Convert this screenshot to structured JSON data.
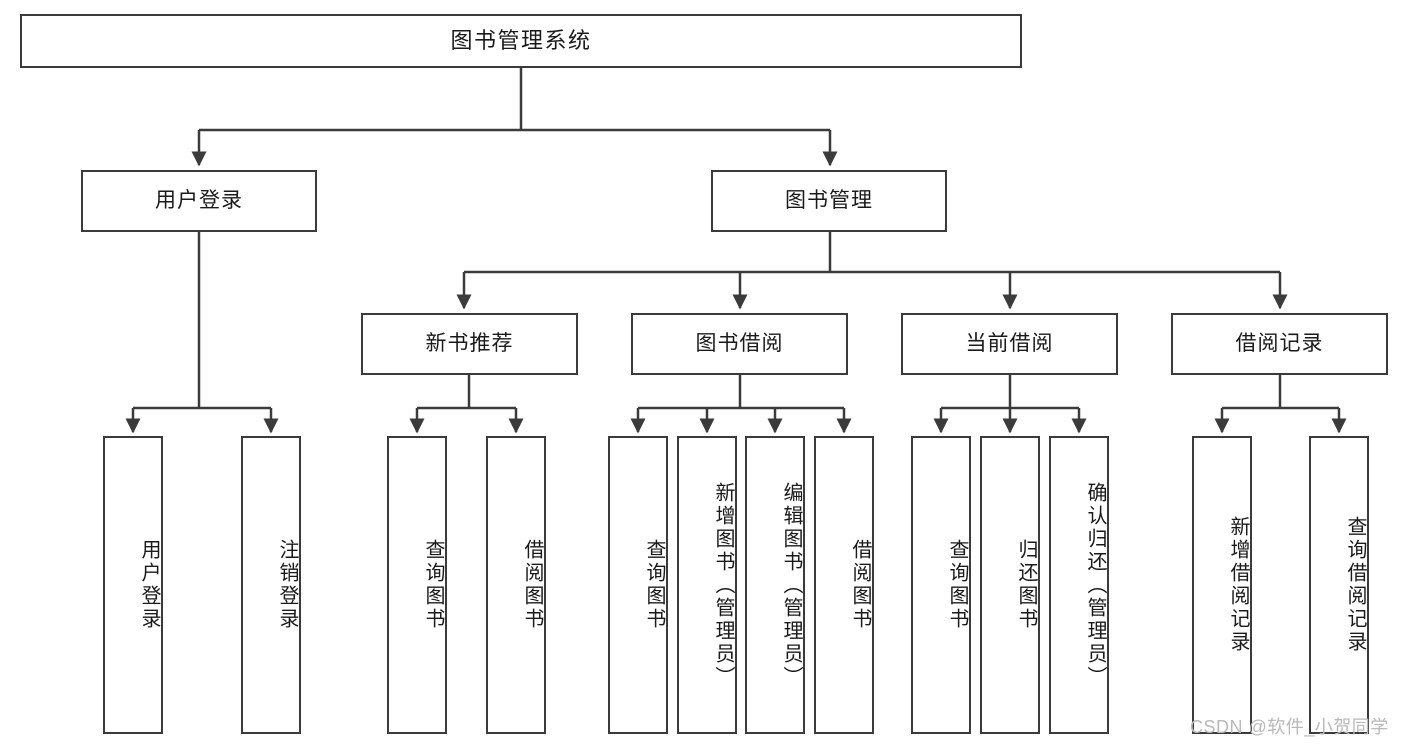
{
  "diagram": {
    "title": "图书管理系统",
    "type": "hierarchy-tree",
    "root": {
      "label": "图书管理系统"
    },
    "level2": [
      {
        "label": "用户登录"
      },
      {
        "label": "图书管理"
      }
    ],
    "level3": [
      {
        "label": "新书推荐"
      },
      {
        "label": "图书借阅"
      },
      {
        "label": "当前借阅"
      },
      {
        "label": "借阅记录"
      }
    ],
    "leaves": {
      "user_login": [
        {
          "label": "用户登录"
        },
        {
          "label": "注销登录"
        }
      ],
      "new_book": [
        {
          "label": "查询图书"
        },
        {
          "label": "借阅图书"
        }
      ],
      "book_borrow": [
        {
          "label": "查询图书"
        },
        {
          "label": "新增图书（管理员）"
        },
        {
          "label": "编辑图书（管理员）"
        },
        {
          "label": "借阅图书"
        }
      ],
      "current_borrow": [
        {
          "label": "查询图书"
        },
        {
          "label": "归还图书"
        },
        {
          "label": "确认归还（管理员）"
        }
      ],
      "borrow_record": [
        {
          "label": "新增借阅记录"
        },
        {
          "label": "查询借阅记录"
        }
      ]
    }
  },
  "watermark": {
    "text": "CSDN @软件_小贺同学"
  },
  "colors": {
    "stroke": "#3b3b3b",
    "text": "#1a1a1a",
    "background": "#ffffff",
    "watermark": "#b9b9b9"
  }
}
